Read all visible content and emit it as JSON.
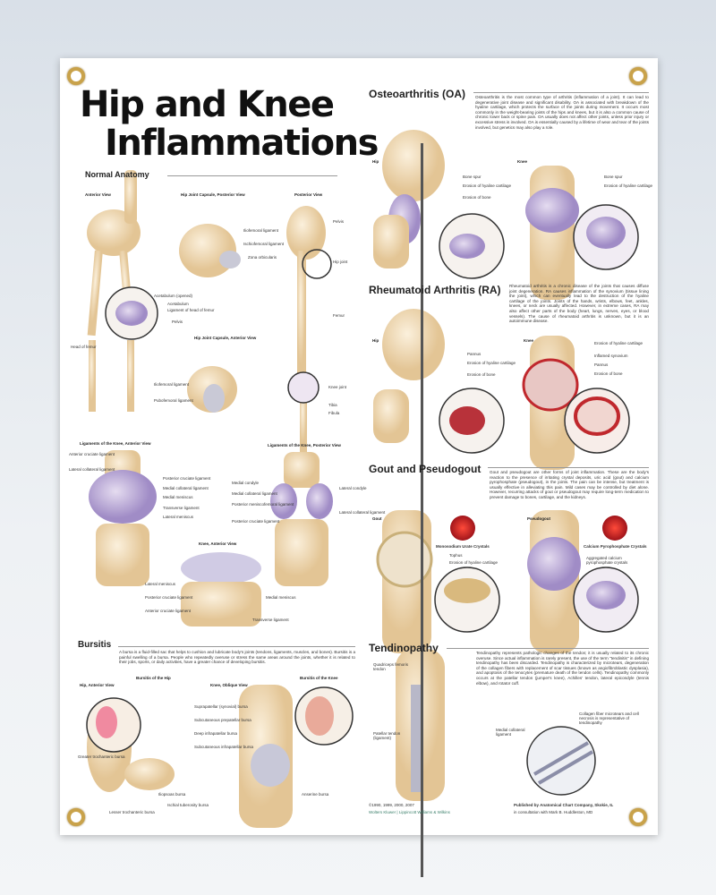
{
  "title": {
    "line1": "Hip and Knee",
    "line2": "Inflammations"
  },
  "normal_anatomy": {
    "heading": "Normal Anatomy",
    "views": [
      "Anterior View",
      "Hip Joint Capsule, Posterior View",
      "Posterior View",
      "Hip Joint Capsule, Anterior View",
      "Ligaments of the Knee, Anterior View",
      "Ligaments of the Knee, Posterior View",
      "Knee, Anterior View"
    ],
    "labels": [
      "Acetabulum (opened)",
      "Acetabulum",
      "Ligament of head of femur",
      "Pelvis",
      "Head of femur",
      "Iliofemoral ligament",
      "Ischiofemoral ligament",
      "Zona orbicularis",
      "Pelvis",
      "Hip joint",
      "Femur",
      "Knee joint",
      "Tibia",
      "Fibula",
      "Iliofemoral ligament",
      "Pubofemoral ligament",
      "Anterior cruciate ligament",
      "Lateral collateral ligament",
      "Posterior cruciate ligament",
      "Medial collateral ligament",
      "Medial meniscus",
      "Transverse ligament",
      "Lateral meniscus",
      "Medial condyle",
      "Medial collateral ligament",
      "Posterior meniscofemoral ligament",
      "Posterior cruciate ligament",
      "Lateral condyle",
      "Lateral collateral ligament",
      "Lateral meniscus",
      "Posterior cruciate ligament",
      "Anterior cruciate ligament",
      "Medial meniscus",
      "Transverse ligament"
    ]
  },
  "bursitis": {
    "heading": "Bursitis",
    "text": "A bursa is a fluid-filled sac that helps to cushion and lubricate body's joints (tendons, ligaments, muscles, and bones). Bursitis is a painful swelling of a bursa. People who repeatedly overuse or stress the same areas around the joints, whether it is related to their jobs, sports, or daily activities, have a greater chance of developing bursitis.",
    "views": [
      "Hip, Anterior View",
      "Bursitis of the Hip",
      "Knee, Oblique View",
      "Bursitis of the Knee"
    ],
    "labels": [
      "Greater trochanteric bursa",
      "Iliopsoas bursa",
      "Lesser trochanteric bursa",
      "Ischial tuberosity bursa",
      "Suprapatellar (synovial) bursa",
      "Subcutaneous prepatellar bursa",
      "Deep infrapatellar bursa",
      "Subcutaneous infrapatellar bursa",
      "Anserine bursa"
    ]
  },
  "osteoarthritis": {
    "heading": "Osteoarthritis (OA)",
    "text": "Osteoarthritis is the most common type of arthritis (inflammation of a joint). It can lead to degenerative joint disease and significant disability. OA is associated with breakdown of the hyaline cartilage, which protects the surface of the joints during movement. It occurs most commonly in the weight-bearing joints of the hips and knees, but it is also a common cause of chronic lower back or spine pain. OA usually does not affect other joints, unless prior injury or excessive stress is involved. OA is essentially caused by a lifetime of wear and tear of the joints involved, but genetics may also play a role.",
    "views": [
      "Hip",
      "Knee"
    ],
    "hip_labels": [
      "Bone spur",
      "Erosion of hyaline cartilage",
      "Erosion of bone"
    ],
    "knee_labels": [
      "Bone spur",
      "Erosion of hyaline cartilage"
    ]
  },
  "rheumatoid": {
    "heading": "Rheumatoid Arthritis (RA)",
    "text": "Rheumatoid arthritis is a chronic disease of the joints that causes diffuse joint degeneration. RA causes inflammation of the synovium (tissue lining the joint), which can eventually lead to the destruction of the hyaline cartilage of the joints. Joints of the hands, wrists, elbows, feet, ankles, knees, or neck are usually affected. However, in extreme cases, RA may also affect other parts of the body (heart, lungs, nerves, eyes, or blood vessels). The cause of rheumatoid arthritis is unknown, but it is an autoimmune disease.",
    "views": [
      "Hip",
      "Knee"
    ],
    "hip_labels": [
      "Pannus",
      "Erosion of hyaline cartilage",
      "Erosion of bone"
    ],
    "knee_labels": [
      "Erosion of hyaline cartilage",
      "Inflamed synovium",
      "Pannus",
      "Erosion of bone"
    ]
  },
  "gout": {
    "heading": "Gout and Pseudogout",
    "text": "Gout and pseudogout are other forms of joint inflammation. These are the body's reaction to the presence of irritating crystal deposits, uric acid (gout) and calcium pyrophosphate (pseudogout), in the joints. The pain can be intense, but treatment is usually effective in alleviating this pain. Mild cases may be controlled by diet alone. However, recurring attacks of gout or pseudogout may require long-term medication to prevent damage to bones, cartilage, and the kidneys.",
    "views": [
      "Gout",
      "Pseudogout"
    ],
    "gout_labels": [
      "Monosodium Urate Crystals",
      "Tophus",
      "Erosion of hyaline cartilage"
    ],
    "pseudogout_labels": [
      "Calcium Pyrophosphate Crystals",
      "Aggregated calcium pyrophosphate crystals"
    ]
  },
  "tendinopathy": {
    "heading": "Tendinopathy",
    "text": "Tendinopathy represents pathologic changes of the tendon; it is usually related to its chronic overuse. Since actual inflammation is rarely present, the use of the term \"tendinitis\" in defining tendinopathy has been discarded. Tendinopathy is characterized by microtears, degeneration of the collagen fibers with replacement of scar tissues (known as angiofibroblastic dysplasia), and apoptosis of the tenocytes (premature death of the tendon cells). Tendinopathy commonly occurs at the patellar tendon (jumper's knee), Achilles' tendon, lateral epicondyle (tennis elbow), and rotator cuff.",
    "labels": [
      "Quadriceps femoris tendon",
      "Patellar tendon (ligament)",
      "Medial collateral ligament",
      "Collagen fiber microtears and cell necrosis is representative of tendinopathy"
    ]
  },
  "footer": {
    "copyright": "©1990, 1999, 2000, 2007",
    "publisher_logo": "Wolters Kluwer | Lippincott Williams & Wilkins",
    "published_by": "Published by Anatomical Chart Company, Skokie, IL",
    "consultation": "in consultation with Mark B. Huddleston, MD"
  },
  "colors": {
    "bone": "#efd9b4",
    "cartilage": "#b9a6d6",
    "inflammation": "#c0282d",
    "grommet": "#c9a24a",
    "background": "#e3e8ee"
  }
}
